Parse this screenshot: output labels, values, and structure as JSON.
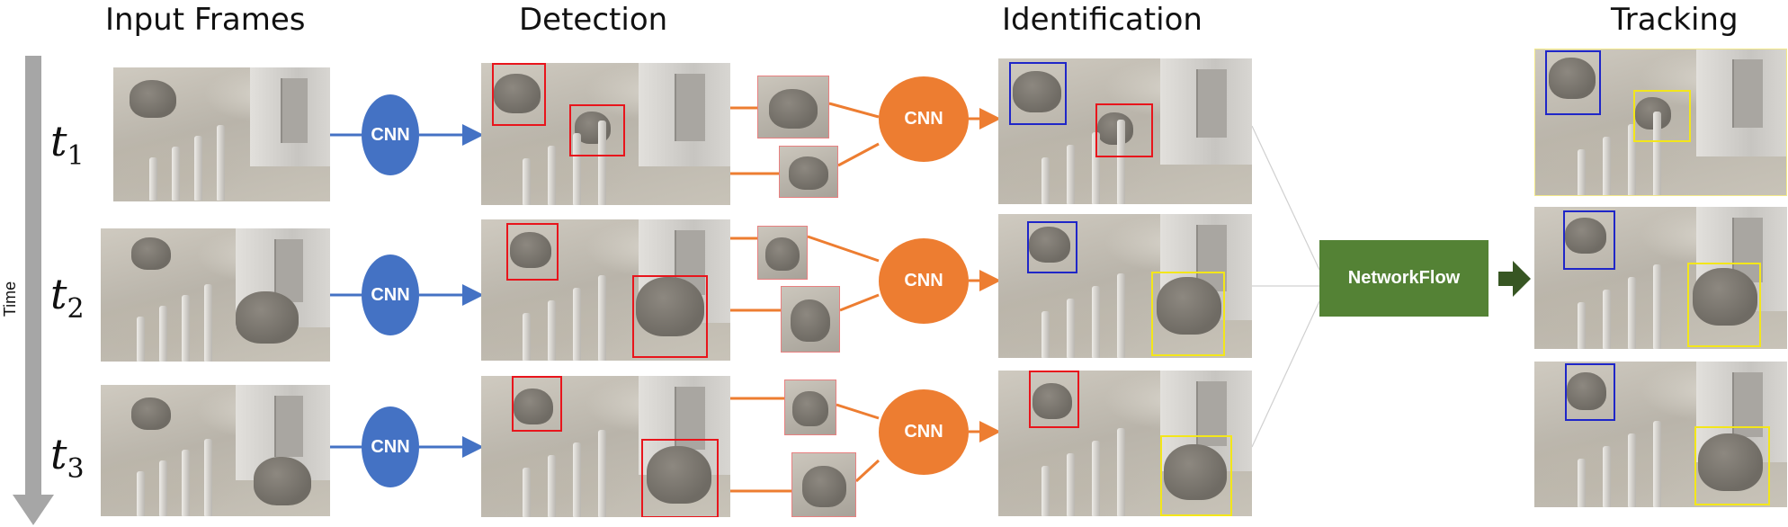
{
  "titles": {
    "input_frames": "Input Frames",
    "detection": "Detection",
    "identification": "Identification",
    "tracking": "Tracking"
  },
  "time_axis": {
    "label": "Time",
    "steps": [
      {
        "symbol": "t",
        "subscript": "1"
      },
      {
        "symbol": "t",
        "subscript": "2"
      },
      {
        "symbol": "t",
        "subscript": "3"
      }
    ]
  },
  "nodes": {
    "detector_label": "CNN",
    "identifier_label": "CNN",
    "network_flow_label": "NetworkFlow"
  },
  "colors": {
    "detector": "#4472c4",
    "identifier": "#ed7d31",
    "network_flow": "#548235",
    "detection_box": "#e8151c",
    "identity_a": "#1f26c8",
    "identity_b": "#f3e61a"
  }
}
